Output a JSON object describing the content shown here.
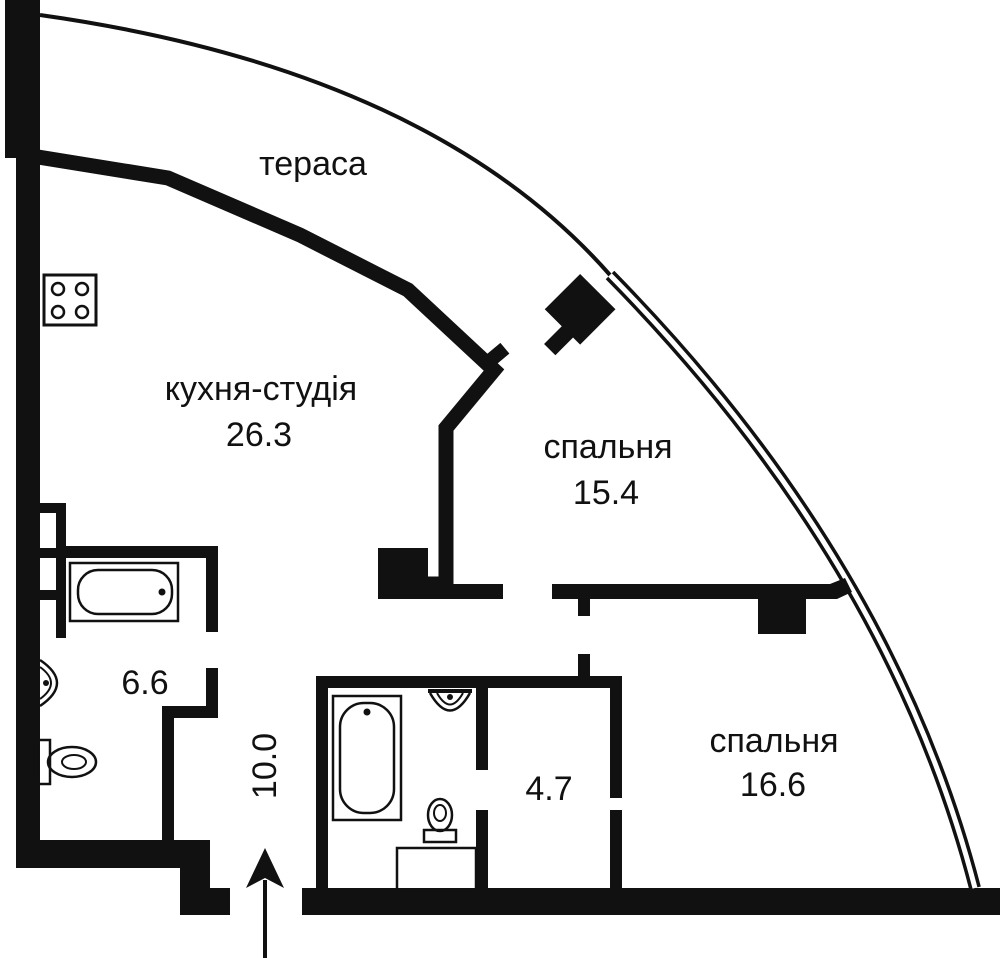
{
  "colors": {
    "wall": "#111111",
    "background": "#ffffff"
  },
  "rooms": {
    "terrace": {
      "name": "тераса"
    },
    "kitchen_studio": {
      "name": "кухня-студія",
      "area": "26.3"
    },
    "bedroom_1": {
      "name": "спальня",
      "area": "15.4"
    },
    "bedroom_2": {
      "name": "спальня",
      "area": "16.6"
    },
    "bathroom_1": {
      "area": "6.6"
    },
    "corridor": {
      "area": "10.0"
    },
    "bathroom_2": {
      "area": "4.7"
    }
  },
  "icons": [
    "stove-icon",
    "bathtub-icon",
    "sink-icon",
    "toilet-icon",
    "entrance-arrow-icon"
  ]
}
